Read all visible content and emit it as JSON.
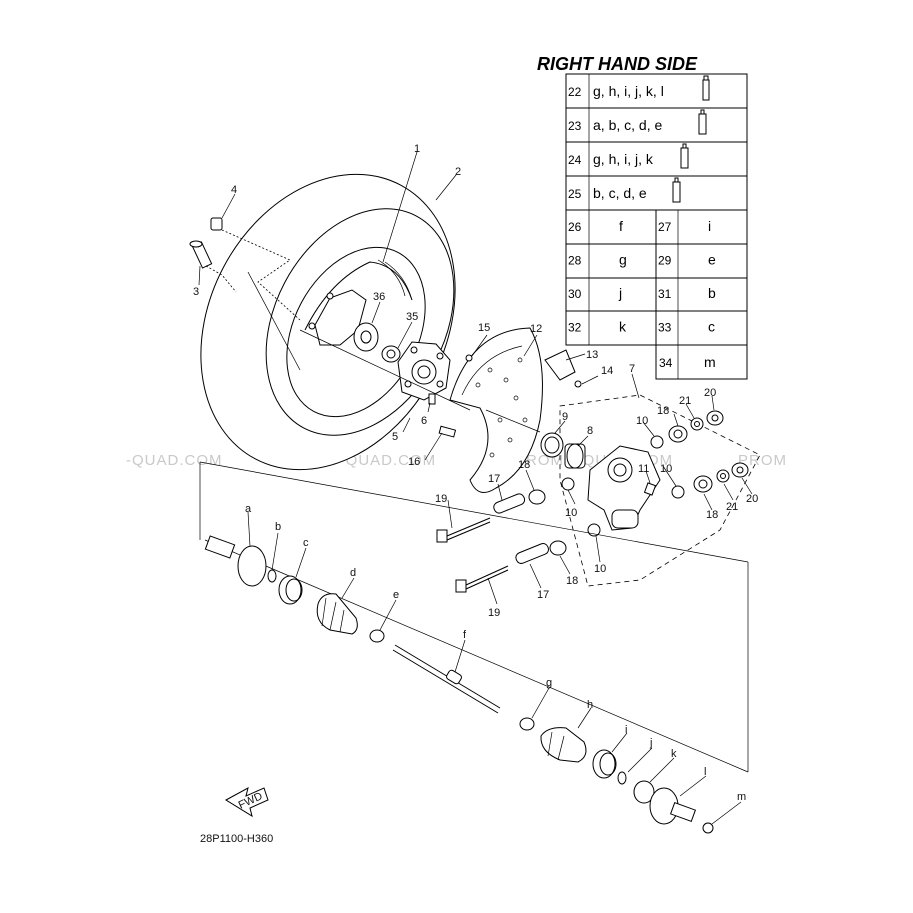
{
  "title": "RIGHT HAND SIDE",
  "diagram_code": "28P1100-H360",
  "watermark": "PROMO-QUAD.COM",
  "fwd_label": "FWD",
  "table_rows_wide": [
    {
      "num": "22",
      "text": "g, h, i, j, k, l"
    },
    {
      "num": "23",
      "text": "a, b, c, d, e"
    },
    {
      "num": "24",
      "text": "g, h, i, j, k"
    },
    {
      "num": "25",
      "text": "b, c, d, e"
    }
  ],
  "table_rows_split": [
    {
      "l_num": "26",
      "l_text": "f",
      "r_num": "27",
      "r_text": "i"
    },
    {
      "l_num": "28",
      "l_text": "g",
      "r_num": "29",
      "r_text": "e"
    },
    {
      "l_num": "30",
      "l_text": "j",
      "r_num": "31",
      "r_text": "b"
    },
    {
      "l_num": "32",
      "l_text": "k",
      "r_num": "33",
      "r_text": "c"
    }
  ],
  "table_last": {
    "num": "34",
    "text": "m"
  },
  "part_labels": {
    "p1": "1",
    "p2": "2",
    "p3": "3",
    "p4": "4",
    "p5": "5",
    "p6": "6",
    "p7": "7",
    "p8": "8",
    "p9": "9",
    "p10a": "10",
    "p10b": "10",
    "p10c": "10",
    "p10d": "10",
    "p11": "11",
    "p12": "12",
    "p13": "13",
    "p14": "14",
    "p15": "15",
    "p16": "16",
    "p17a": "17",
    "p17b": "17",
    "p18a": "18",
    "p18b": "18",
    "p18c": "18",
    "p18d": "18",
    "p19a": "19",
    "p19b": "19",
    "p20a": "20",
    "p20b": "20",
    "p21a": "21",
    "p21b": "21",
    "p35": "35",
    "p36": "36",
    "a": "a",
    "b": "b",
    "c": "c",
    "d": "d",
    "e": "e",
    "f": "f",
    "g": "g",
    "h": "h",
    "i": "i",
    "j": "j",
    "k": "k",
    "l": "l",
    "m": "m"
  }
}
